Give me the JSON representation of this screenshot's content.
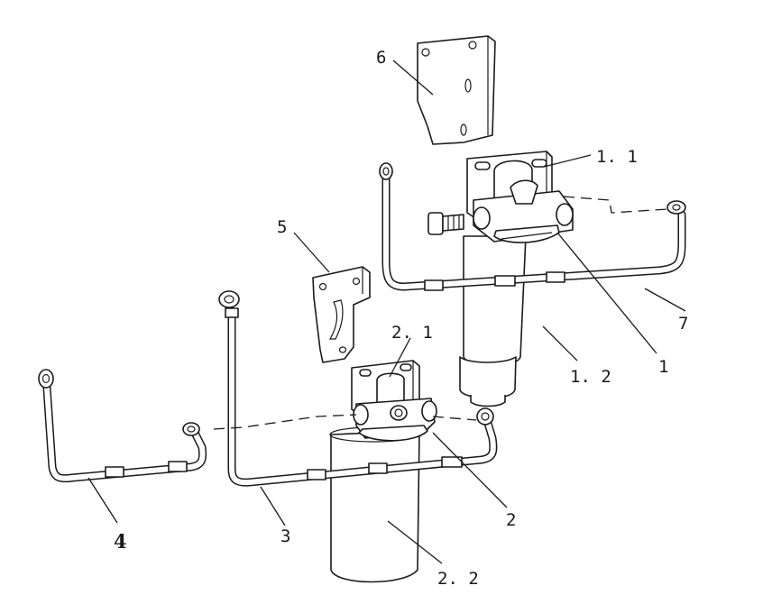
{
  "labels": {
    "l6": "6",
    "l1_1": "1. 1",
    "l5": "5",
    "l7": "7",
    "l2_1": "2. 1",
    "l1_2": "1. 2",
    "l1": "1",
    "l2": "2",
    "l3": "3",
    "l4": "4",
    "l2_2": "2. 2"
  }
}
